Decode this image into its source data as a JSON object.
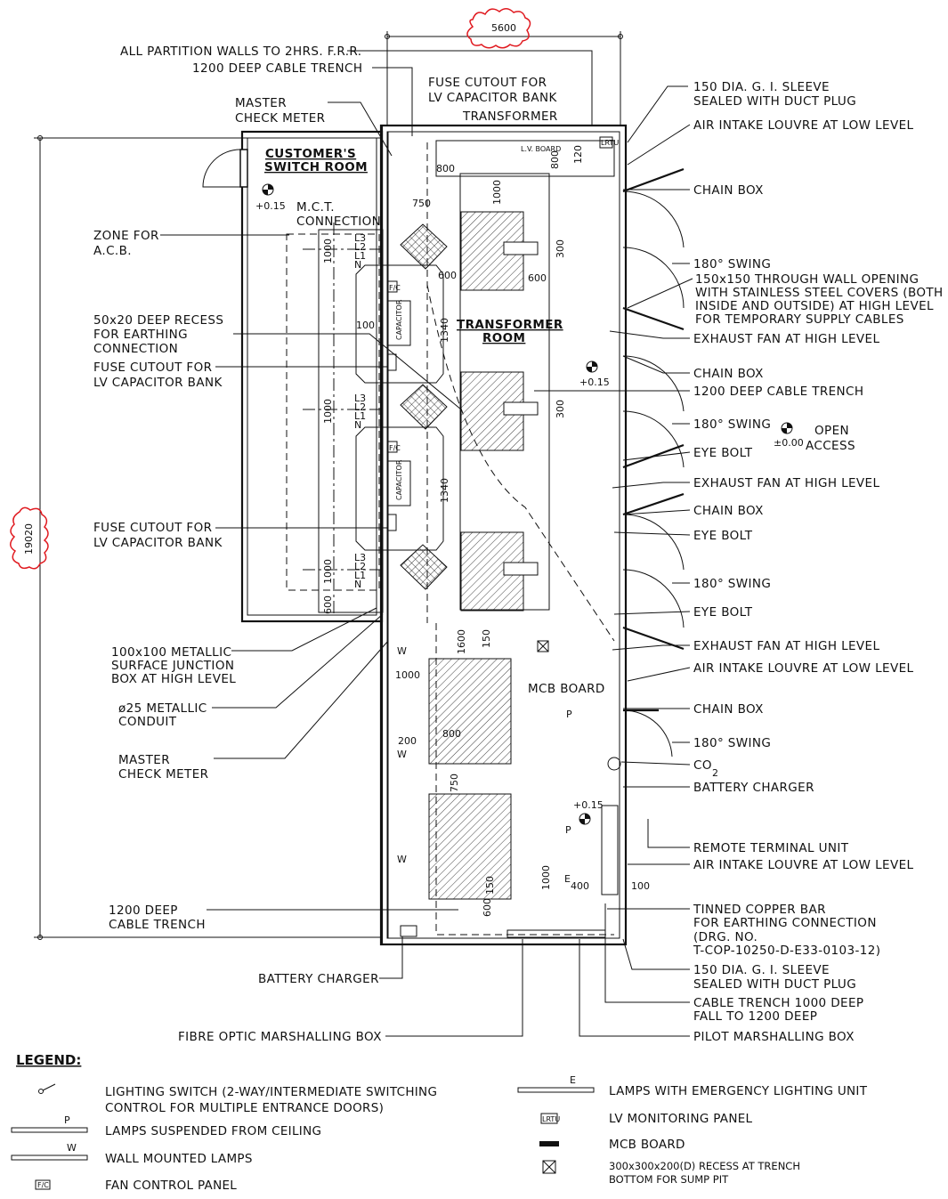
{
  "drawing": {
    "overall_width": "5600",
    "overall_length": "19020",
    "rooms": {
      "switch_room": [
        "CUSTOMER'S",
        "SWITCH ROOM"
      ],
      "transformer_room": [
        "TRANSFORMER",
        "ROOM"
      ]
    },
    "levels": [
      "+0.15",
      "+0.15",
      "+0.15",
      "±0.00"
    ],
    "dimensions": [
      "800",
      "1000",
      "750",
      "1000",
      "600",
      "600",
      "300",
      "100",
      "1340",
      "1000",
      "300",
      "1340",
      "1000",
      "600",
      "120",
      "800",
      "1600",
      "150",
      "1000",
      "200",
      "800",
      "750",
      "1000",
      "400",
      "100",
      "600",
      "150"
    ],
    "phase_marks": [
      "L3",
      "L2",
      "L1",
      "N"
    ],
    "inner_tags": [
      "CAPACITOR",
      "CAPACITOR",
      "L.V. BOARD",
      "LRTU",
      "F/C",
      "F/C",
      "P",
      "E",
      "W"
    ]
  },
  "labels_left": [
    [
      "ALL PARTITION WALLS TO 2HRS. F.R.R."
    ],
    [
      "1200 DEEP CABLE TRENCH"
    ],
    [
      "MASTER",
      "CHECK METER"
    ],
    [
      "M.C.T.",
      "CONNECTION"
    ],
    [
      "ZONE FOR",
      "A.C.B."
    ],
    [
      "50x20 DEEP RECESS",
      "FOR EARTHING",
      "CONNECTION"
    ],
    [
      "FUSE CUTOUT FOR",
      "LV CAPACITOR BANK"
    ],
    [
      "FUSE CUTOUT FOR",
      "LV CAPACITOR BANK"
    ],
    [
      "100x100 METALLIC",
      "SURFACE JUNCTION",
      "BOX AT HIGH LEVEL"
    ],
    [
      "ø25 METALLIC",
      "CONDUIT"
    ],
    [
      "MASTER",
      "CHECK METER"
    ],
    [
      "1200 DEEP",
      "CABLE TRENCH"
    ],
    [
      "BATTERY CHARGER"
    ],
    [
      "FIBRE OPTIC MARSHALLING BOX"
    ]
  ],
  "labels_top": [
    [
      "FUSE CUTOUT FOR",
      "LV CAPACITOR BANK"
    ],
    [
      "TRANSFORMER"
    ]
  ],
  "labels_right": [
    [
      "150 DIA. G. I. SLEEVE",
      "SEALED WITH DUCT PLUG"
    ],
    [
      "AIR INTAKE LOUVRE AT LOW LEVEL"
    ],
    [
      "CHAIN BOX"
    ],
    [
      "180° SWING"
    ],
    [
      "150x150 THROUGH WALL OPENING",
      "WITH STAINLESS STEEL COVERS (BOTH",
      "INSIDE AND OUTSIDE) AT HIGH LEVEL",
      "FOR TEMPORARY SUPPLY CABLES"
    ],
    [
      "EXHAUST FAN AT HIGH LEVEL"
    ],
    [
      "CHAIN BOX"
    ],
    [
      "1200 DEEP CABLE TRENCH"
    ],
    [
      "180° SWING"
    ],
    [
      "EYE BOLT"
    ],
    [
      "EXHAUST FAN AT HIGH LEVEL"
    ],
    [
      "CHAIN BOX"
    ],
    [
      "EYE BOLT"
    ],
    [
      "180° SWING"
    ],
    [
      "EYE BOLT"
    ],
    [
      "EXHAUST FAN AT HIGH LEVEL"
    ],
    [
      "AIR INTAKE LOUVRE AT LOW LEVEL"
    ],
    [
      "MCB BOARD"
    ],
    [
      "CHAIN BOX"
    ],
    [
      "180° SWING"
    ],
    [
      "CO",
      "2"
    ],
    [
      "BATTERY CHARGER"
    ],
    [
      "REMOTE TERMINAL UNIT"
    ],
    [
      "AIR INTAKE LOUVRE AT LOW LEVEL"
    ],
    [
      "TINNED COPPER BAR",
      "FOR EARTHING CONNECTION",
      "(DRG. NO.",
      "T-COP-10250-D-E33-0103-12)"
    ],
    [
      "150 DIA. G. I. SLEEVE",
      "SEALED WITH DUCT PLUG"
    ],
    [
      "CABLE TRENCH 1000 DEEP",
      "FALL TO 1200 DEEP"
    ],
    [
      "PILOT MARSHALLING BOX"
    ]
  ],
  "open_access": [
    "OPEN",
    "ACCESS"
  ],
  "legend": {
    "title": "LEGEND:",
    "left": [
      {
        "text": [
          "LIGHTING SWITCH (2-WAY/INTERMEDIATE SWITCHING",
          "CONTROL FOR MULTIPLE ENTRANCE DOORS)"
        ],
        "symbol": "switch-symbol"
      },
      {
        "text": [
          "LAMPS SUSPENDED FROM CEILING"
        ],
        "symbol": "suspended-lamp-symbol",
        "mark": "P"
      },
      {
        "text": [
          "WALL MOUNTED LAMPS"
        ],
        "symbol": "wall-lamp-symbol",
        "mark": "W"
      },
      {
        "text": [
          "FAN CONTROL PANEL"
        ],
        "symbol": "fan-control-symbol",
        "mark": "F/C"
      }
    ],
    "right": [
      {
        "text": [
          "LAMPS WITH EMERGENCY LIGHTING UNIT"
        ],
        "symbol": "emergency-lamp-symbol",
        "mark": "E"
      },
      {
        "text": [
          "LV MONITORING PANEL"
        ],
        "symbol": "lv-monitoring-symbol",
        "mark": "LRTU"
      },
      {
        "text": [
          "MCB BOARD"
        ],
        "symbol": "mcb-board-symbol"
      },
      {
        "text": [
          "300x300x200(D) RECESS AT TRENCH",
          "BOTTOM FOR SUMP PIT"
        ],
        "symbol": "sump-recess-symbol"
      }
    ]
  },
  "colors": {
    "ink": "#111111",
    "revision_cloud": "#e0191f",
    "paper": "#ffffff"
  }
}
